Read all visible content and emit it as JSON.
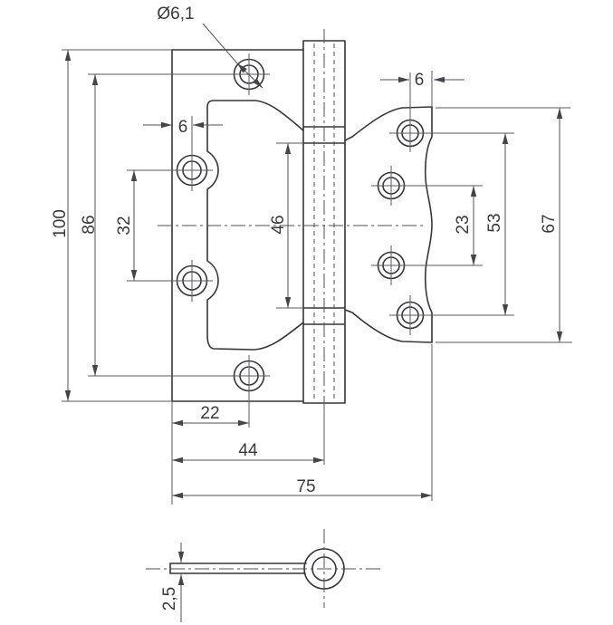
{
  "drawing": {
    "type": "technical-dimension-drawing",
    "subject": "flush door hinge, front view and bottom (edge) view",
    "dimensions": {
      "hole_diameter": "Ø6,1",
      "left_leaf_height": "100",
      "left_outer_hole_spacing": "86",
      "left_inner_hole_spacing": "32",
      "knuckle_length": "46",
      "left_hole_edge_offset": "6",
      "right_hole_edge_offset": "6",
      "right_inner_hole_spacing": "23",
      "right_outer_hole_spacing": "53",
      "right_leaf_height": "67",
      "first_hole_offset_x": "22",
      "pin_axis_offset_x": "44",
      "overall_width": "75",
      "leaf_thickness": "2,5"
    },
    "colors": {
      "part_line": "#36363b",
      "dimension_line": "#515155",
      "text": "#3a3a3a",
      "background": "#ffffff"
    }
  }
}
